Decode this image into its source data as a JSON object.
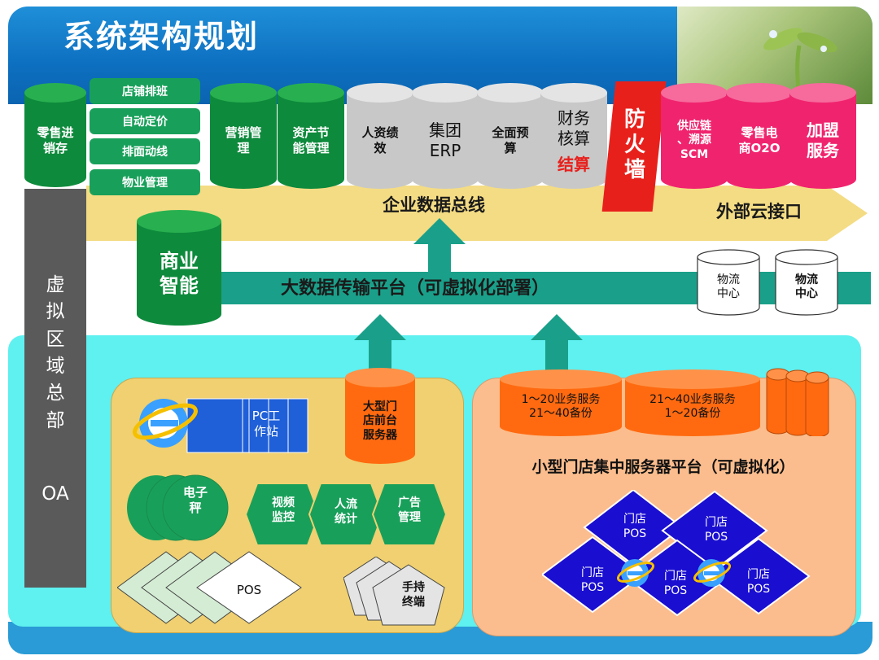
{
  "title": "系统架构规划",
  "left_column": {
    "label": "虚\n拟\n区\n域\n总\n部",
    "oa": "OA"
  },
  "top_modules": {
    "retail": "零售进\n销存",
    "store_list": [
      "店铺排班",
      "自动定价",
      "排面动线",
      "物业管理"
    ],
    "marketing": "营销管\n理",
    "asset": "资产节\n能管理",
    "hr": "人资绩\n效",
    "erp": "集团\nERP",
    "budget": "全面预\n算",
    "finance": "财务\n核算",
    "settlement": "结算",
    "firewall": "防\n火\n墙",
    "supply_chain": "供应链\n、溯源\nSCM",
    "o2o": "零售电\n商O2O",
    "franchise": "加盟\n服务"
  },
  "bus": {
    "label": "企业数据总线",
    "external": "外部云接口"
  },
  "bi": "商业\n智能",
  "bigdata": {
    "label": "大数据传输平台（可虚拟化部署）"
  },
  "logistics": [
    "物流\n中心",
    "物流\n中心"
  ],
  "yellow_zone": {
    "pc": "PC工\n作站",
    "large_store_server": "大型门\n店前台\n服务器",
    "scale": "电子\n秤",
    "hex_items": [
      "视频\n监控",
      "人流\n统计",
      "广告\n管理"
    ],
    "pos": "POS",
    "handheld": "手持\n终端"
  },
  "peach_zone": {
    "servers": [
      "1～20业务服务\n21～40备份",
      "21～40业务服务\n1～20备份"
    ],
    "label": "小型门店集中服务器平台（可虚拟化）",
    "store_pos": [
      "门店\nPOS",
      "门店\nPOS",
      "门店\nPOS",
      "门店\nPOS",
      "门店\nPOS"
    ]
  },
  "colors": {
    "green": "#0e8a3c",
    "gray": "#c8c8c8",
    "pink": "#f0246e",
    "orange": "#ff6a10",
    "navy": "#1010c8",
    "teal": "#1aa08a",
    "red": "#e8201c"
  }
}
